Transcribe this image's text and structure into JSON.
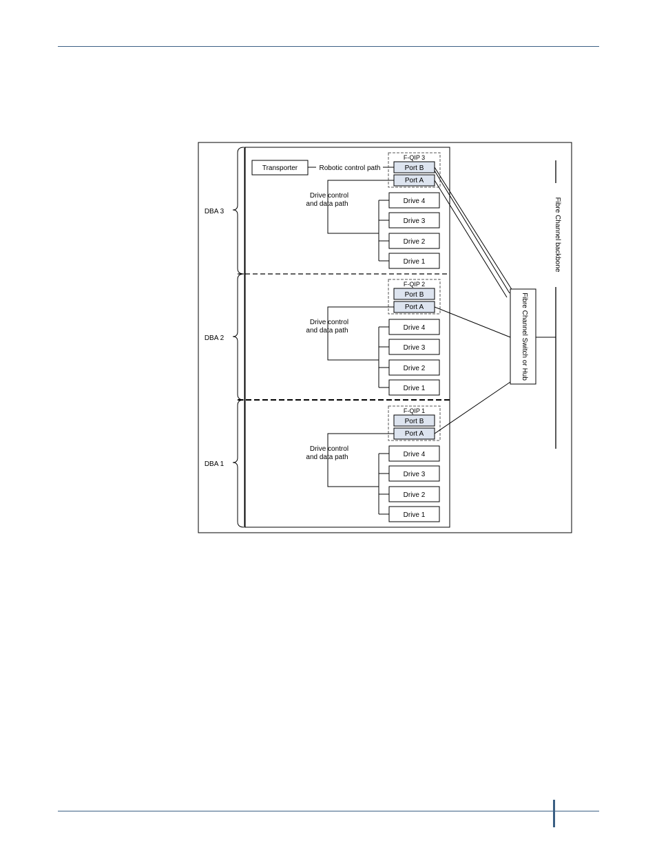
{
  "dbas": [
    {
      "label": "DBA 3",
      "fqip": "F-QIP 3",
      "ports": [
        "Port B",
        "Port A"
      ],
      "path_label": [
        "Drive control",
        "and data path"
      ],
      "drives": [
        "Drive 4",
        "Drive 3",
        "Drive 2",
        "Drive 1"
      ]
    },
    {
      "label": "DBA 2",
      "fqip": "F-QIP 2",
      "ports": [
        "Port B",
        "Port A"
      ],
      "path_label": [
        "Drive control",
        "and data path"
      ],
      "drives": [
        "Drive 4",
        "Drive 3",
        "Drive 2",
        "Drive 1"
      ]
    },
    {
      "label": "DBA 1",
      "fqip": "F-QIP 1",
      "ports": [
        "Port B",
        "Port A"
      ],
      "path_label": [
        "Drive control",
        "and data path"
      ],
      "drives": [
        "Drive 4",
        "Drive 3",
        "Drive 2",
        "Drive 1"
      ]
    }
  ],
  "transporter": "Transporter",
  "robotic_path": "Robotic control path",
  "switch_label": "Fibre Channel Switch or Hub",
  "backbone_label": "Fibre Channel backbone",
  "colors": {
    "port_fill": "#dde4ef",
    "rule": "#3a5f83"
  }
}
